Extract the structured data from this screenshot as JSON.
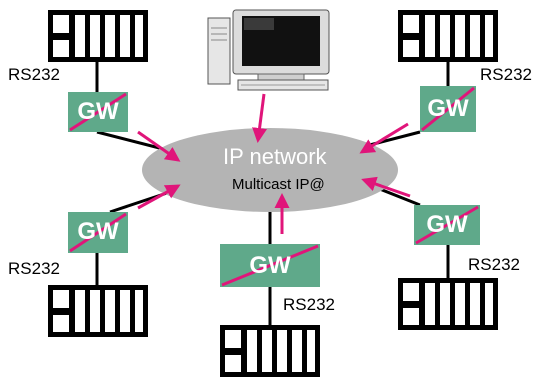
{
  "network": {
    "title": "IP network",
    "subtitle": "Multicast IP@"
  },
  "gateway_label": "GW",
  "serial_label": "RS232",
  "nodes": [
    {
      "id": "top-left",
      "gateway": "GW",
      "serial": "RS232"
    },
    {
      "id": "top-right",
      "gateway": "GW",
      "serial": "RS232"
    },
    {
      "id": "bottom-left",
      "gateway": "GW",
      "serial": "RS232"
    },
    {
      "id": "bottom-center",
      "gateway": "GW",
      "serial": "RS232"
    },
    {
      "id": "bottom-right",
      "gateway": "GW",
      "serial": "RS232"
    }
  ],
  "colors": {
    "gateway_fill": "#5fa98a",
    "gateway_slash": "#e0157a",
    "arrow": "#e0157a",
    "cloud": "#b4b4b4",
    "device": "#000000",
    "line": "#000000"
  },
  "icons": [
    "desktop-computer-icon",
    "rack-device-icon",
    "arrow-icon"
  ]
}
